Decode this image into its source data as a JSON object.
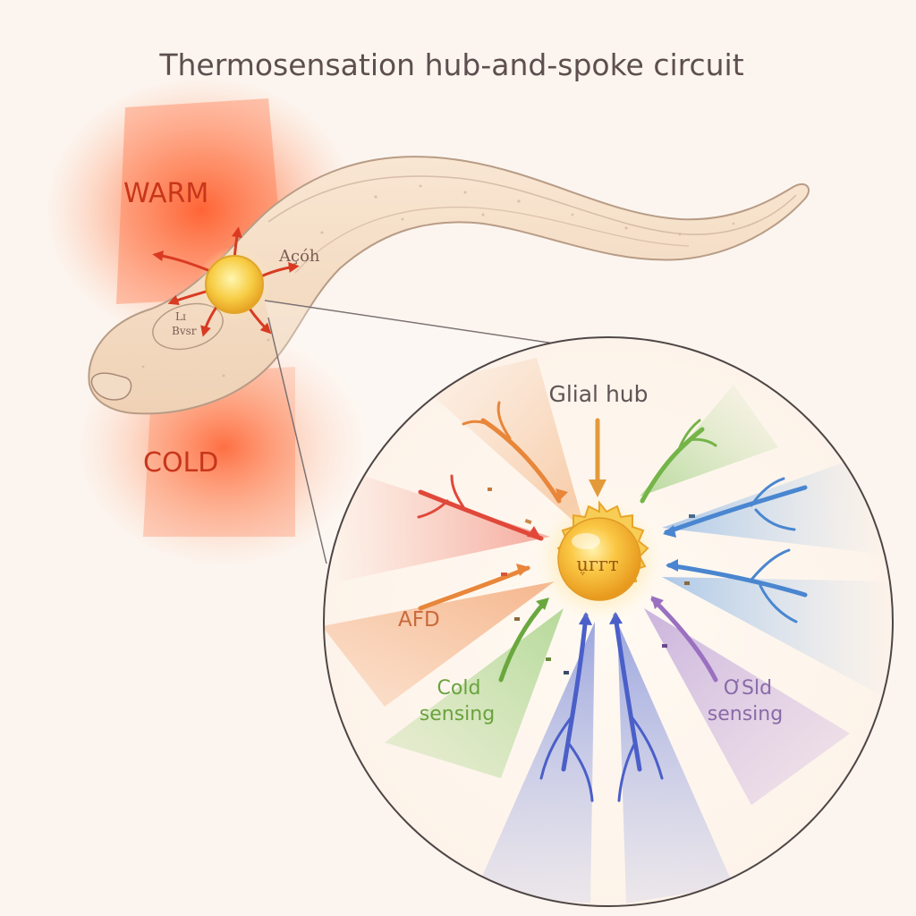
{
  "title": "Thermosensation hub-and-spoke circuit",
  "labels": {
    "warm": "WARM",
    "cold": "COLD",
    "hub": "Glial hub",
    "hub_core": "݆uггт",
    "afd": "AFD",
    "cold_sensing_line1": "Cold",
    "cold_sensing_line2": "sensing",
    "other_sensing_line1": "ƠSld",
    "other_sensing_line2": "sensing",
    "worm_head_text": "Açóh",
    "worm_inner_text_1": "Lɪ",
    "worm_inner_text_2": "Bvsr"
  },
  "colors": {
    "background": "#fcf5ef",
    "warm_glow": "#ff6a3a",
    "hub_yellow": "#f6b83a",
    "orange": "#e8863a",
    "red": "#e2483a",
    "green": "#6aa83e",
    "blue": "#4a7fd0",
    "purple": "#9a70c0",
    "indigo": "#4a5fc8"
  }
}
